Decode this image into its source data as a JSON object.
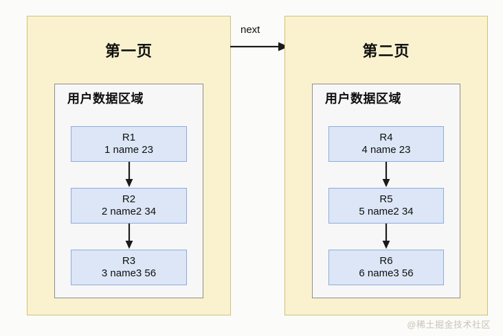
{
  "diagram": {
    "title_hidden": "",
    "background_color": "#fbfbfa",
    "colors": {
      "page_fill": "#faf2cf",
      "page_border": "#cfc172",
      "region_fill": "#f7f7f7",
      "region_border": "#8c8c8c",
      "record_fill": "#dce6f6",
      "record_border": "#8eaadc",
      "arrow": "#1a1a1a",
      "watermark": "#c9c4b4"
    },
    "connector": {
      "label": "next",
      "icon": "arrow-right-icon"
    },
    "pages": [
      {
        "title": "第一页",
        "region_title": "用户数据区域",
        "records": [
          {
            "name": "R1",
            "detail": "1 name 23"
          },
          {
            "name": "R2",
            "detail": "2 name2 34"
          },
          {
            "name": "R3",
            "detail": "3 name3 56"
          }
        ],
        "links": [
          {
            "icon": "arrow-down-icon"
          },
          {
            "icon": "arrow-down-icon"
          }
        ]
      },
      {
        "title": "第二页",
        "region_title": "用户数据区域",
        "records": [
          {
            "name": "R4",
            "detail": "4 name 23"
          },
          {
            "name": "R5",
            "detail": "5 name2 34"
          },
          {
            "name": "R6",
            "detail": "6 name3 56"
          }
        ],
        "links": [
          {
            "icon": "arrow-down-icon"
          },
          {
            "icon": "arrow-down-icon"
          }
        ]
      }
    ],
    "watermark": "@稀土掘金技术社区"
  }
}
